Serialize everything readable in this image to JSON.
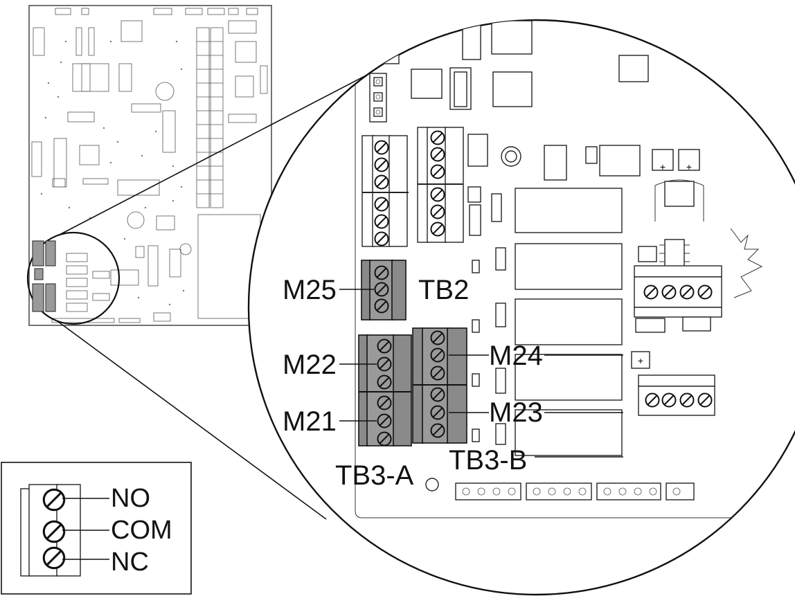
{
  "relay_labels": {
    "m25": "M25",
    "m22": "M22",
    "m21": "M21",
    "m24": "M24",
    "m23": "M23"
  },
  "block_labels": {
    "tb2": "TB2",
    "tb3a": "TB3-A",
    "tb3b": "TB3-B"
  },
  "legend": {
    "no": "NO",
    "com": "COM",
    "nc": "NC"
  },
  "colors": {
    "highlight_block": "#8a8a8a",
    "line": "#111111",
    "background": "#ffffff"
  }
}
